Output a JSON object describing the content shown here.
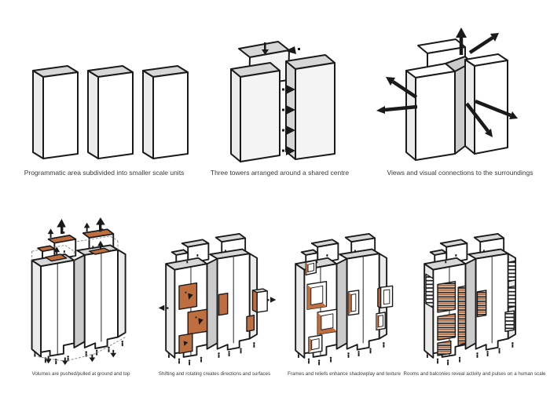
{
  "sheet": {
    "background": "#ffffff"
  },
  "colors": {
    "ink": "#1a1a1a",
    "accent_orange": "#bf6f3f",
    "face_gray": "#d7d7d7",
    "face_light": "#ebebeb",
    "recess_gray": "#cbcbcb",
    "caption_text": "#3a3a3a"
  },
  "diagrams": {
    "top": [
      {
        "name": "subdivided-units",
        "caption": "Programmatic area subdivided into smaller scale units"
      },
      {
        "name": "shared-centre",
        "caption": "Three towers arranged around a shared centre"
      },
      {
        "name": "views-connections",
        "caption": "Views and visual connections to the surroundings"
      }
    ],
    "bottom": [
      {
        "name": "push-pull",
        "caption": "Volumes are pushed/pulled at ground and top"
      },
      {
        "name": "shift-rotate",
        "caption": "Shifting and rotating creates directions and surfaces"
      },
      {
        "name": "frames-reliefs",
        "caption": "Frames and reliefs enhance shadowplay and texture"
      },
      {
        "name": "rooms-balconies",
        "caption": "Rooms and balconies reveal activity and pulses on a human scale"
      }
    ]
  }
}
